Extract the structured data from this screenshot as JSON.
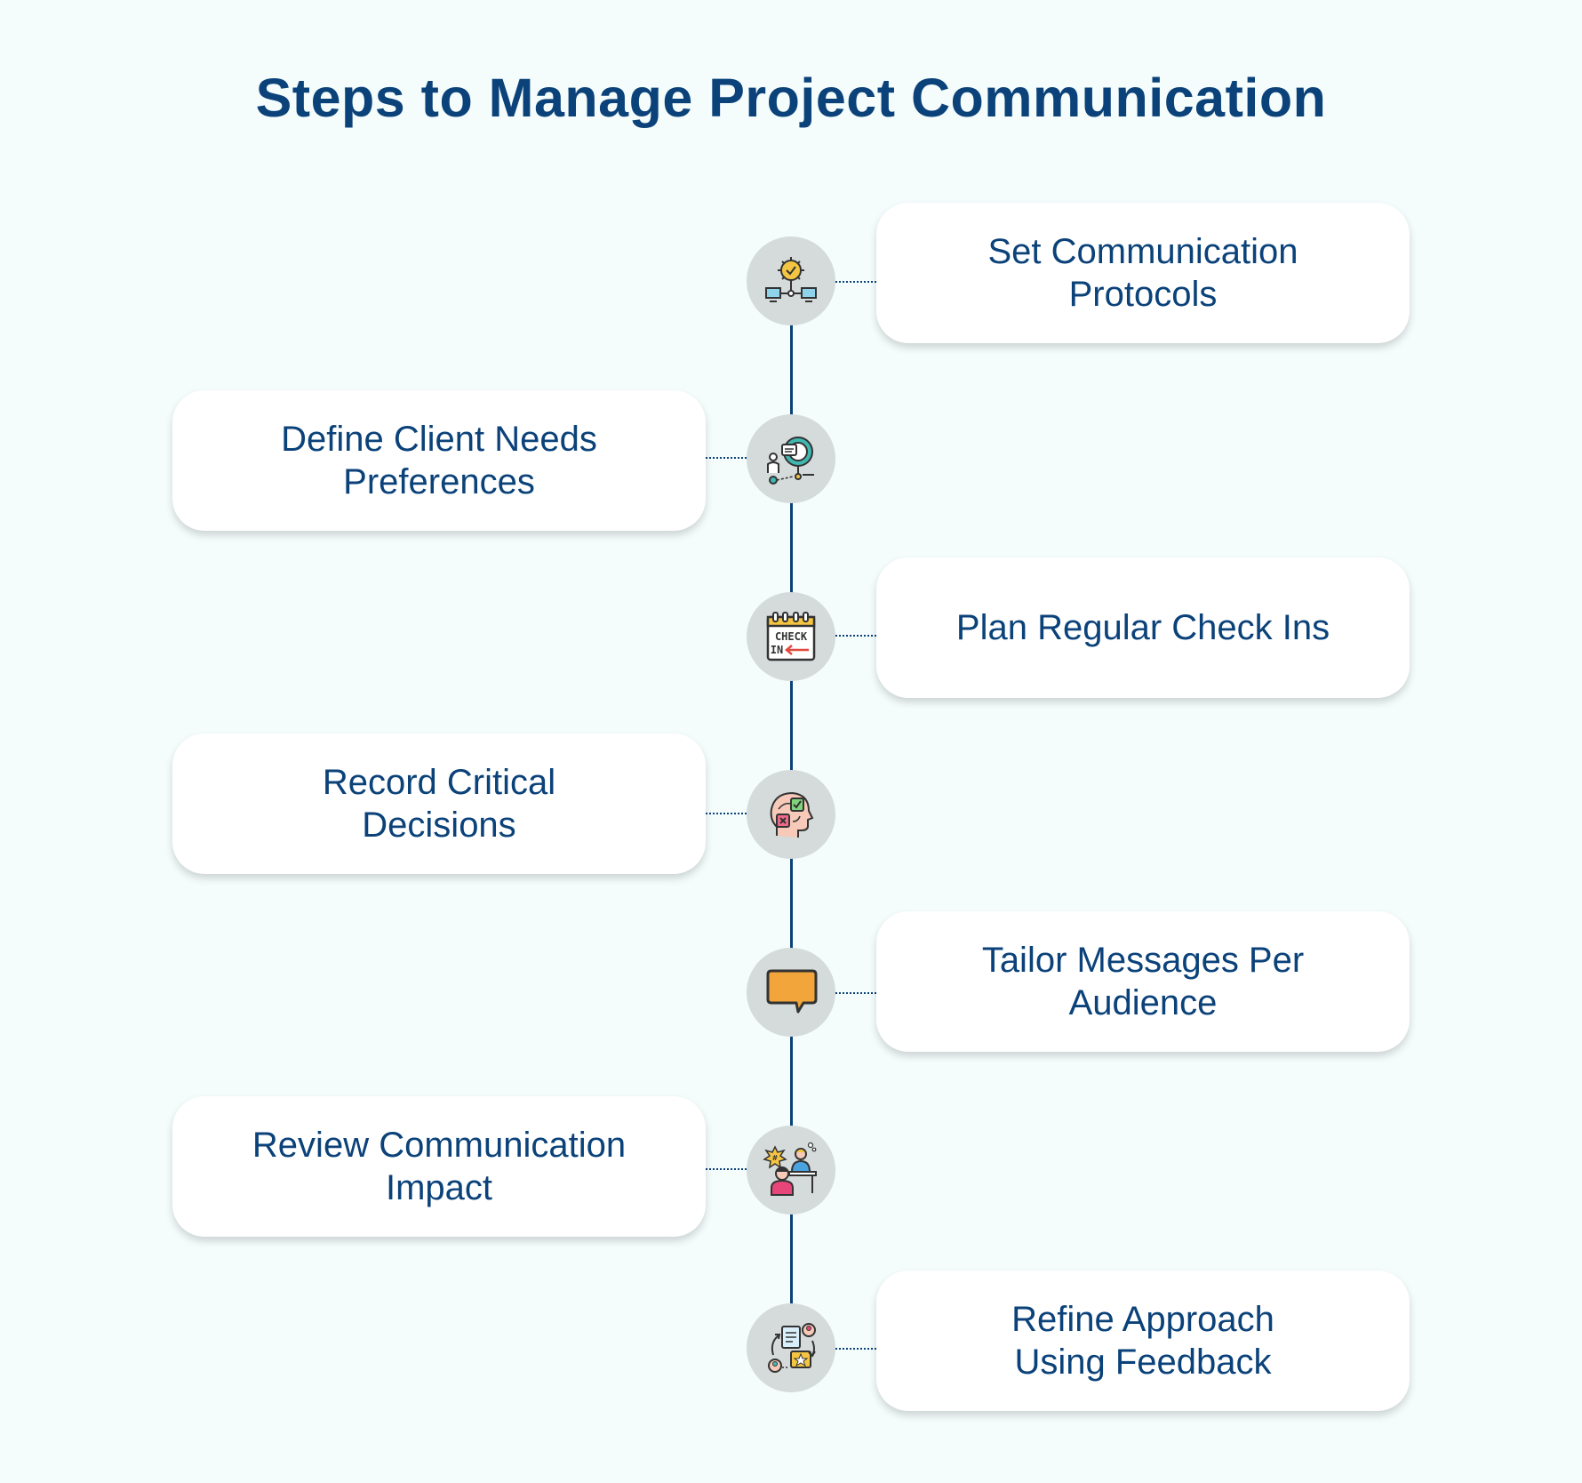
{
  "title": "Steps to Manage Project Communication",
  "steps": [
    {
      "lines": [
        "Set Communication",
        "Protocols"
      ],
      "side": "right",
      "icon": "gear-network-icon"
    },
    {
      "lines": [
        "Define Client Needs",
        "Preferences"
      ],
      "side": "left",
      "icon": "client-analysis-icon"
    },
    {
      "lines": [
        "Plan Regular Check Ins"
      ],
      "side": "right",
      "icon": "check-in-calendar-icon"
    },
    {
      "lines": [
        "Record Critical",
        "Decisions"
      ],
      "side": "left",
      "icon": "decision-head-icon"
    },
    {
      "lines": [
        "Tailor Messages Per",
        "Audience"
      ],
      "side": "right",
      "icon": "speech-bubble-icon"
    },
    {
      "lines": [
        "Review Communication",
        "Impact"
      ],
      "side": "left",
      "icon": "people-review-icon"
    },
    {
      "lines": [
        "Refine Approach",
        "Using Feedback"
      ],
      "side": "right",
      "icon": "feedback-cycle-icon"
    }
  ],
  "colors": {
    "background": "#f4fcfc",
    "primary": "#0b4279",
    "node": "#d5dada",
    "card": "#ffffff"
  }
}
